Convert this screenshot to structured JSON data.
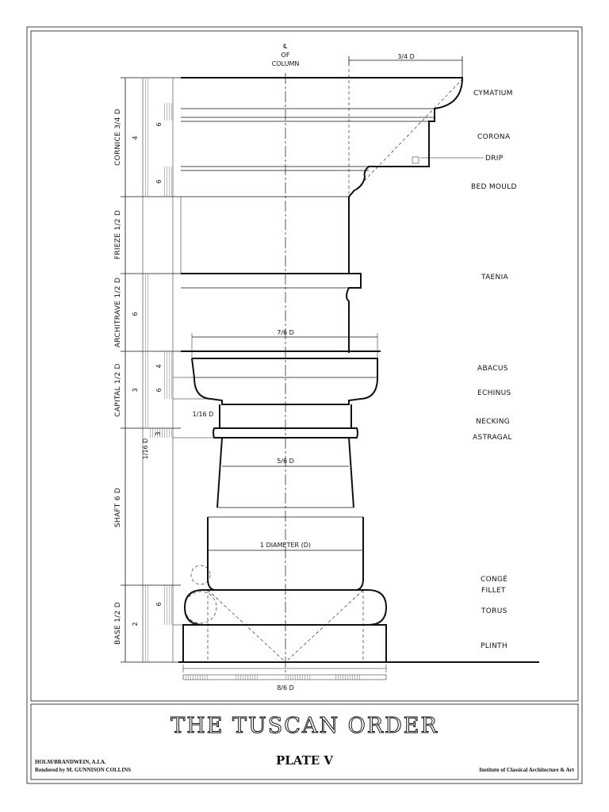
{
  "column_axis": {
    "line1": "℄",
    "line2": "OF",
    "line3": "COLUMN"
  },
  "parts": {
    "cymatium": "CYMATIUM",
    "corona": "CORONA",
    "drip": "DRIP",
    "bed_mould": "BED MOULD",
    "taenia": "TAENIA",
    "abacus": "ABACUS",
    "echinus": "ECHINUS",
    "necking": "NECKING",
    "astragal": "ASTRAGAL",
    "conge": "CONGÉ",
    "fillet": "FILLET",
    "torus": "TORUS",
    "plinth": "PLINTH"
  },
  "sections": {
    "cornice": "CORNICE 3/4 D",
    "frieze": "FRIEZE 1/2 D",
    "architrave": "ARCHITRAVE 1/2 D",
    "capital": "CAPITAL 1/2 D",
    "shaft": "SHAFT 6 D",
    "base": "BASE 1/2 D"
  },
  "dimensions": {
    "projection": "3/4 D",
    "abacus_width": "7/6 D",
    "necking_offset": "1/16 D",
    "astragal_offset": "1/16 D",
    "upper_diameter": "5/6 D",
    "diameter": "1 DIAMETER  (D)",
    "plinth_width": "8/6 D"
  },
  "module_marks": {
    "cornice_main": "4",
    "cymatium": "6",
    "bed_mould": "6",
    "architrave": "6",
    "abacus": "4",
    "echinus": "6",
    "capital_group": "3",
    "astragal": "3",
    "base_group": "2",
    "torus": "6"
  },
  "footer": {
    "title": "THE TUSCAN ORDER",
    "plate": "PLATE  V",
    "author": "HOLM/BRANDWEIN, A.I.A.",
    "rendered_by": "Rendered by M. GUNNISON COLLINS",
    "institute": "Institute of Classical Architecture & Art"
  },
  "colors": {
    "ink": "#111111",
    "paper": "#ffffff",
    "hatch": "#777777"
  }
}
